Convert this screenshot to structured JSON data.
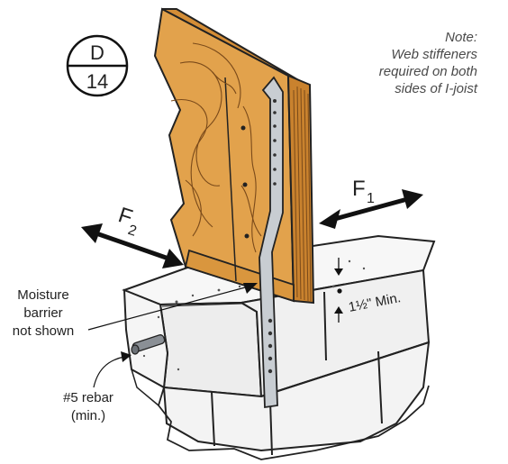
{
  "detail_marker": {
    "letter": "D",
    "number": "14"
  },
  "note": {
    "lines": [
      "Note:",
      "Web stiffeners",
      "required on both",
      "sides of I-joist"
    ]
  },
  "forces": {
    "f1": {
      "letter": "F",
      "subscript": "1"
    },
    "f2": {
      "letter": "F",
      "subscript": "2"
    }
  },
  "labels": {
    "moisture": [
      "Moisture",
      "barrier",
      "not shown"
    ],
    "rebar": [
      "#5 rebar",
      "(min.)"
    ],
    "embed_min": "1½\" Min."
  },
  "colors": {
    "wood": "#e2a24c",
    "wood_dark": "#c9822e",
    "wood_grain": "#7a4a1a",
    "block": "#f3f3f3",
    "block_shade": "#e2e2e2",
    "strap": "#c8cdd2",
    "arrow": "#111111"
  }
}
